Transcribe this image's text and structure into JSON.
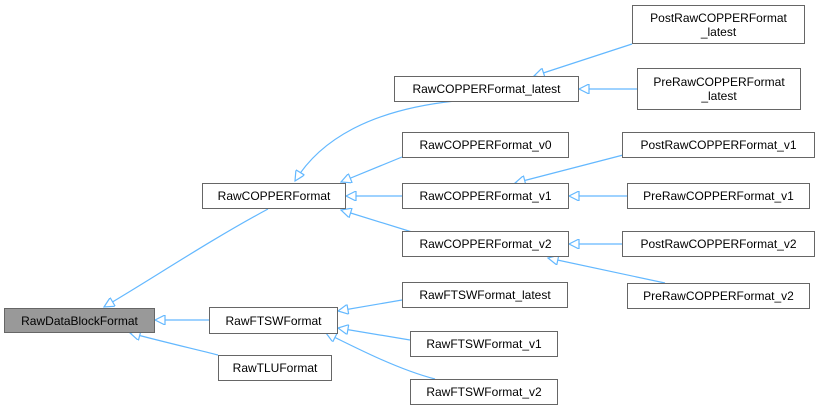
{
  "nodes": {
    "root": "RawDataBlockFormat",
    "copper": "RawCOPPERFormat",
    "ftsw": "RawFTSWFormat",
    "tlu": "RawTLUFormat",
    "copper_latest": "RawCOPPERFormat_latest",
    "copper_v0": "RawCOPPERFormat_v0",
    "copper_v1": "RawCOPPERFormat_v1",
    "copper_v2": "RawCOPPERFormat_v2",
    "post_latest": "PostRawCOPPERFormat\n_latest",
    "pre_latest": "PreRawCOPPERFormat\n_latest",
    "post_v1": "PostRawCOPPERFormat_v1",
    "pre_v1": "PreRawCOPPERFormat_v1",
    "post_v2": "PostRawCOPPERFormat_v2",
    "pre_v2": "PreRawCOPPERFormat_v2",
    "ftsw_latest": "RawFTSWFormat_latest",
    "ftsw_v1": "RawFTSWFormat_v1",
    "ftsw_v2": "RawFTSWFormat_v2"
  },
  "colors": {
    "edge": "#63b8ff",
    "root_fill": "#999999",
    "node_border": "#666666"
  }
}
